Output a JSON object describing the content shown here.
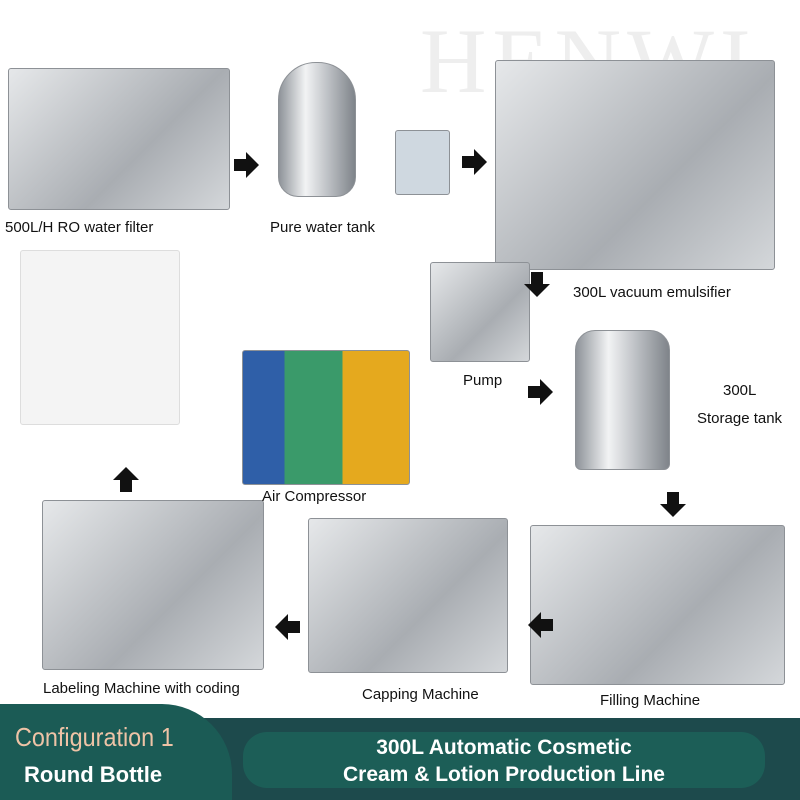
{
  "watermark": "HENWI",
  "steps": {
    "ro_filter": "500L/H RO water filter",
    "water_tank": "Pure water tank",
    "emulsifier": "300L vacuum emulsifier",
    "pump": "Pump",
    "storage_volume": "300L",
    "storage_tank": "Storage tank",
    "air_compressor": "Air Compressor",
    "labeling": "Labeling Machine with coding",
    "capping": "Capping Machine",
    "filling": "Filling Machine"
  },
  "banner": {
    "config": "Configuration 1",
    "bottle": "Round Bottle",
    "title_line1": "300L Automatic Cosmetic",
    "title_line2": "Cream & Lotion Production Line"
  },
  "colors": {
    "banner_dark": "#1d4a4c",
    "tab": "#1b5b55",
    "pill": "#1c5e57",
    "config_text": "#eec3a6"
  }
}
